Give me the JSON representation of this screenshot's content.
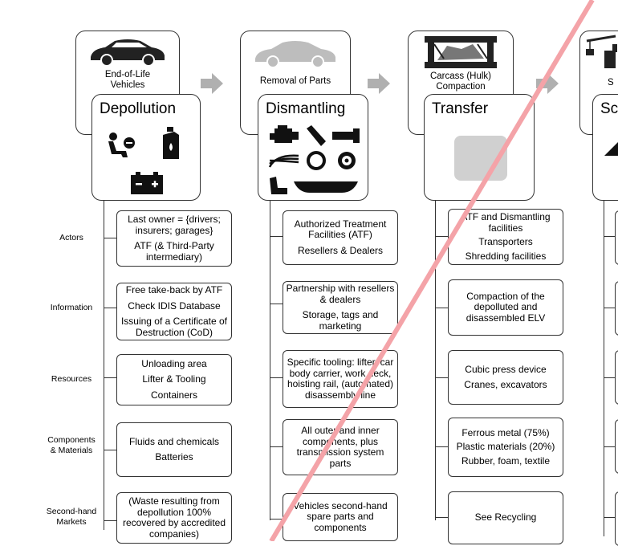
{
  "stages": [
    {
      "label": "End-of-Life\nVehicles"
    },
    {
      "label": "Removal of Parts"
    },
    {
      "label": "Carcass (Hulk)\nCompaction"
    },
    {
      "label": "S"
    }
  ],
  "phases": [
    {
      "title": "Depollution"
    },
    {
      "title": "Dismantling"
    },
    {
      "title": "Transfer"
    },
    {
      "title": "Sc"
    }
  ],
  "row_labels": [
    "Actors",
    "Information",
    "Resources",
    "Components\n& Materials",
    "Second-hand\nMarkets"
  ],
  "columns": [
    {
      "cells": [
        [
          "Last owner = {drivers; insurers; garages}",
          "ATF  (& Third-Party intermediary)"
        ],
        [
          "Free take-back by ATF",
          "Check IDIS Database",
          "Issuing of a Certificate of Destruction (CoD)"
        ],
        [
          "Unloading area",
          "Lifter & Tooling",
          "Containers"
        ],
        [
          "Fluids and chemicals",
          "Batteries"
        ],
        [
          "(Waste resulting from depollution 100% recovered by accredited companies)"
        ]
      ]
    },
    {
      "cells": [
        [
          "Authorized Treatment Facilities (ATF)",
          "Resellers & Dealers"
        ],
        [
          "Partnership with resellers & dealers",
          "Storage, tags and marketing"
        ],
        [
          "Specific tooling: lifter, car body carrier, work deck, hoisting rail, (automated) disassembly line"
        ],
        [
          "All outer and inner components, plus transmission system parts"
        ],
        [
          "Vehicles second-hand spare parts and components"
        ]
      ]
    },
    {
      "cells": [
        [
          "ATF and Dismantling facilities",
          "Transporters",
          "Shredding facilities"
        ],
        [
          "Compaction of the depolluted and disassembled ELV"
        ],
        [
          "Cubic press device",
          "Cranes, excavators"
        ],
        [
          "Ferrous metal (75%)",
          "Plastic materials (20%)",
          "Rubber, foam, textile"
        ],
        [
          "See Recycling"
        ]
      ]
    }
  ],
  "icons": {
    "stage1": "car-icon",
    "stage2": "car-outline-icon",
    "stage3": "crushed-car-icon",
    "stage4": "crane-icon",
    "depollution": [
      "seat-icon",
      "oil-can-icon",
      "battery-icon"
    ],
    "dismantling": [
      "engine-icon",
      "spark-plug-icon",
      "exhaust-pipe-icon",
      "wire-harness-icon",
      "tire-icon",
      "wheel-rim-icon",
      "seat-icon",
      "bumper-icon"
    ],
    "transfer": [
      "compacted-block-icon"
    ]
  },
  "colors": {
    "overlay_line": "#f4a3a8",
    "arrow": "#b0b0b0",
    "icon": "#111111"
  }
}
